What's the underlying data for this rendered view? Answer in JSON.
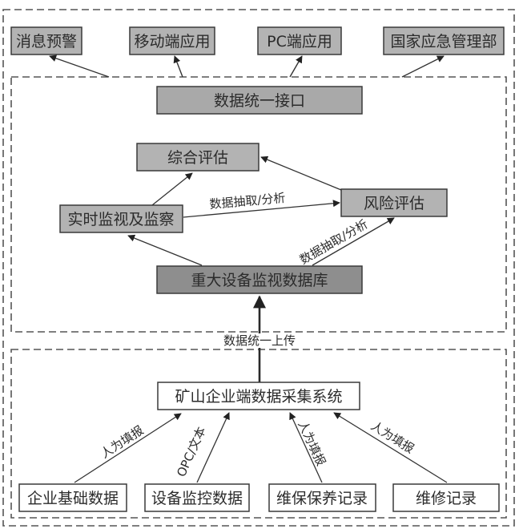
{
  "colors": {
    "box_light": "#b3b3b3",
    "box_dark": "#8e8e8e",
    "box_white": "#ffffff",
    "stroke": "#3a3a3a"
  },
  "top_outputs": [
    {
      "id": "msg",
      "label": "消息预警"
    },
    {
      "id": "mobile",
      "label": "移动端应用"
    },
    {
      "id": "pc",
      "label": "PC端应用"
    },
    {
      "id": "ministry",
      "label": "国家应急管理部"
    }
  ],
  "platform": {
    "interface": {
      "label": "数据统一接口"
    },
    "comprehensive": {
      "label": "综合评估"
    },
    "realtime": {
      "label": "实时监视及监察"
    },
    "risk": {
      "label": "风险评估"
    },
    "database": {
      "label": "重大设备监视数据库"
    },
    "edge_extract_1": "数据抽取/分析",
    "edge_extract_2": "数据抽取/分析"
  },
  "upload_label": "数据统一上传",
  "enterprise": {
    "system": {
      "label": "矿山企业端数据采集系统"
    },
    "sources": [
      {
        "id": "basic",
        "label": "企业基础数据",
        "edge_label": "人为填报"
      },
      {
        "id": "monitor",
        "label": "设备监控数据",
        "edge_label": "OPC/文本"
      },
      {
        "id": "maint",
        "label": "维保保养记录",
        "edge_label": "人为填报"
      },
      {
        "id": "repair",
        "label": "维修记录",
        "edge_label": "人为填报"
      }
    ]
  }
}
